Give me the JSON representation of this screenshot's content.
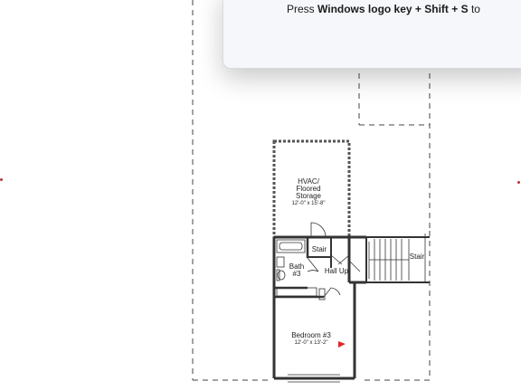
{
  "notification": {
    "text_pre": "Press ",
    "text_keys": "Windows logo key + Shift + S",
    "text_post": " to"
  },
  "floorplan": {
    "rooms": {
      "hvac_line1": "HVAC/",
      "hvac_line2": "Floored",
      "hvac_line3": "Storage",
      "hvac_dim": "12'-0\" x 15'-8\"",
      "stair_small": "Stair",
      "stair_right": "Stair",
      "bath_line1": "Bath",
      "bath_line2": "#3",
      "hall": "Hall Up",
      "bedroom_name": "Bedroom #3",
      "bedroom_dim": "12'-0\" x 13'-2\""
    },
    "marker_color": "#e0252b"
  }
}
